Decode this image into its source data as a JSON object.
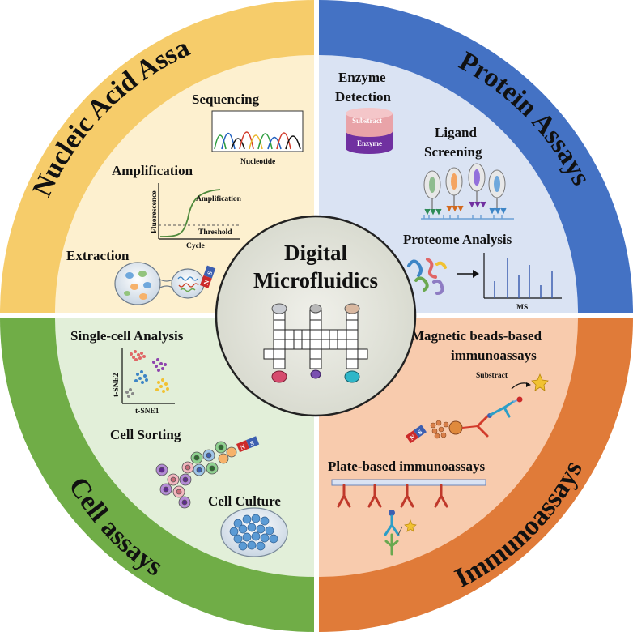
{
  "center": {
    "line1": "Digital",
    "line2": "Microfluidics"
  },
  "quadrants": {
    "nucleic": {
      "title": "Nucleic Acid Assays",
      "color": "#f6cc6a",
      "inner_color": "#fdf0cf",
      "sequencing": "Sequencing",
      "nucleotide": "Nucleotide",
      "amplification": "Amplification",
      "fluorescence": "Fluorescence",
      "amplification_curve": "Amplification",
      "threshold": "Threshold",
      "cycle": "Cycle",
      "extraction": "Extraction"
    },
    "protein": {
      "title": "Protein Assays",
      "color": "#4472c4",
      "inner_color": "#dae3f3",
      "enzyme_detection_1": "Enzyme",
      "enzyme_detection_2": "Detection",
      "substract": "Substract",
      "enzyme": "Enzyme",
      "ligand_1": "Ligand",
      "ligand_2": "Screening",
      "proteome": "Proteome Analysis",
      "ms": "MS"
    },
    "cell": {
      "title": "Cell assays",
      "color": "#70ad47",
      "inner_color": "#e2efd9",
      "single_cell": "Single-cell Analysis",
      "tsne2": "t-SNE2",
      "tsne1": "t-SNE1",
      "sorting": "Cell Sorting",
      "culture": "Cell Culture"
    },
    "immuno": {
      "title": "Immunoassays",
      "color": "#e07b39",
      "inner_color": "#f8cbad",
      "magnetic_1": "Magnetic beads-based",
      "magnetic_2": "immunoassays",
      "substract": "Substract",
      "plate": "Plate-based immunoassays"
    }
  },
  "magnet": {
    "n": "N",
    "s": "S"
  }
}
